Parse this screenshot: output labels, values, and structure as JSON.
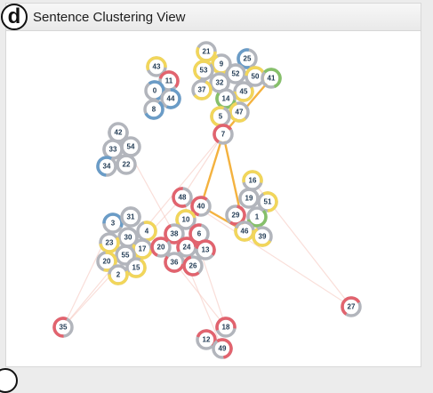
{
  "panel": {
    "badge": "d",
    "title": "Sentence Clustering View"
  },
  "colors": {
    "gray": "#b2b5bc",
    "yellow": "#f2d65a",
    "blue": "#6a9cc7",
    "red": "#e2636e",
    "green": "#86c06a",
    "link": "#f4b23f",
    "faint": "#f6c9c0"
  },
  "nodes": [
    {
      "id": "21",
      "c": "yellow"
    },
    {
      "id": "9",
      "c": "yellow"
    },
    {
      "id": "25",
      "c": "blue"
    },
    {
      "id": "53",
      "c": "yellow"
    },
    {
      "id": "52",
      "c": "gray"
    },
    {
      "id": "50",
      "c": "yellow"
    },
    {
      "id": "41",
      "c": "green"
    },
    {
      "id": "32",
      "c": "gray"
    },
    {
      "id": "37",
      "c": "yellow"
    },
    {
      "id": "45",
      "c": "yellow"
    },
    {
      "id": "14",
      "c": "green"
    },
    {
      "id": "47",
      "c": "yellow"
    },
    {
      "id": "5",
      "c": "yellow"
    },
    {
      "id": "7",
      "c": "red"
    },
    {
      "id": "43",
      "c": "yellow"
    },
    {
      "id": "11",
      "c": "red"
    },
    {
      "id": "0",
      "c": "blue"
    },
    {
      "id": "44",
      "c": "blue"
    },
    {
      "id": "8",
      "c": "blue"
    },
    {
      "id": "42",
      "c": "gray"
    },
    {
      "id": "33",
      "c": "gray"
    },
    {
      "id": "54",
      "c": "gray"
    },
    {
      "id": "34",
      "c": "blue"
    },
    {
      "id": "22",
      "c": "gray"
    },
    {
      "id": "16",
      "c": "yellow"
    },
    {
      "id": "19",
      "c": "gray"
    },
    {
      "id": "51",
      "c": "yellow"
    },
    {
      "id": "29",
      "c": "red"
    },
    {
      "id": "1",
      "c": "green"
    },
    {
      "id": "46",
      "c": "yellow"
    },
    {
      "id": "39",
      "c": "yellow"
    },
    {
      "id": "48",
      "c": "red"
    },
    {
      "id": "40",
      "c": "red"
    },
    {
      "id": "10",
      "c": "yellow"
    },
    {
      "id": "3",
      "c": "blue"
    },
    {
      "id": "31",
      "c": "gray"
    },
    {
      "id": "4",
      "c": "yellow"
    },
    {
      "id": "30",
      "c": "gray"
    },
    {
      "id": "23",
      "c": "yellow"
    },
    {
      "id": "17",
      "c": "yellow"
    },
    {
      "id": "38",
      "c": "red"
    },
    {
      "id": "6",
      "c": "red"
    },
    {
      "id": "20",
      "c": "red"
    },
    {
      "id": "24",
      "c": "red"
    },
    {
      "id": "13",
      "c": "red"
    },
    {
      "id": "55",
      "c": "gray"
    },
    {
      "id": "20",
      "c": "yellow"
    },
    {
      "id": "15",
      "c": "yellow"
    },
    {
      "id": "2",
      "c": "yellow"
    },
    {
      "id": "36",
      "c": "red"
    },
    {
      "id": "26",
      "c": "red"
    },
    {
      "id": "35",
      "c": "red"
    },
    {
      "id": "27",
      "c": "red"
    },
    {
      "id": "18",
      "c": "red"
    },
    {
      "id": "12",
      "c": "red"
    },
    {
      "id": "49",
      "c": "red"
    }
  ],
  "links": [
    [
      "41",
      "7"
    ],
    [
      "7",
      "40"
    ],
    [
      "40",
      "46"
    ],
    [
      "7",
      "46"
    ]
  ]
}
